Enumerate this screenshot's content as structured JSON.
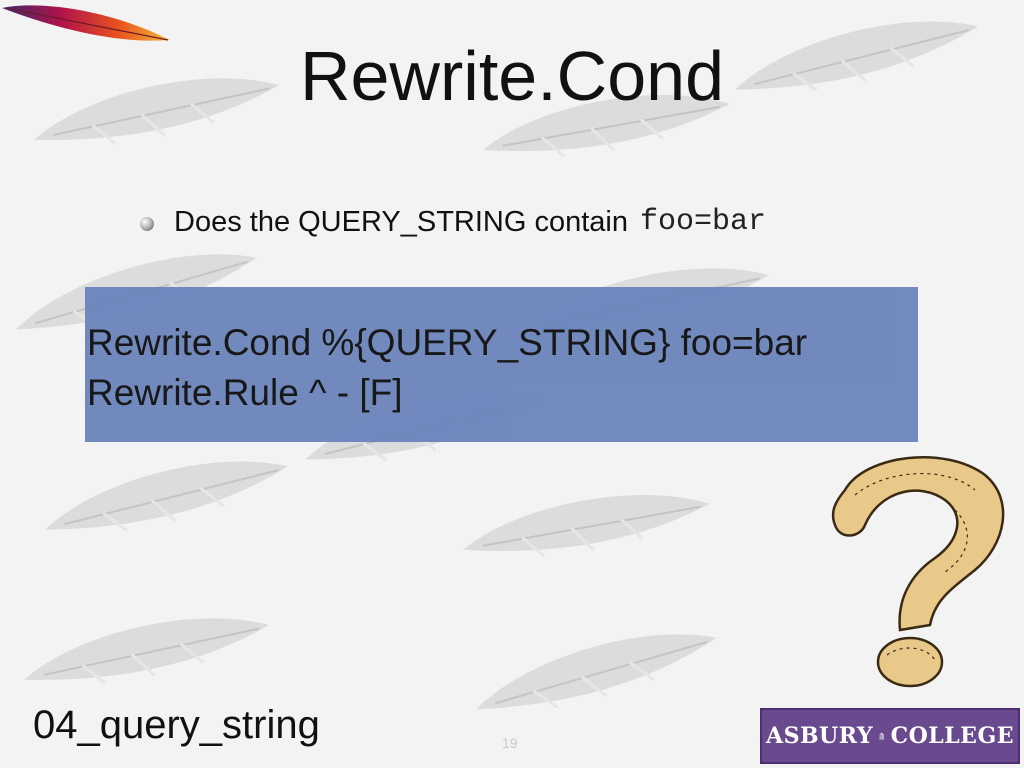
{
  "slide": {
    "title": "Rewrite.Cond",
    "bullets": [
      {
        "text": "Does the QUERY_STRING contain",
        "code": "foo=bar"
      }
    ],
    "code_box": {
      "lines": [
        "Rewrite.Cond %{QUERY_STRING} foo=bar",
        "Rewrite.Rule ^ - [F]"
      ]
    },
    "footer_label": "04_query_string",
    "page_number": "19",
    "logo": {
      "left_word": "ASBURY",
      "right_word": "COLLEGE"
    }
  },
  "icons": [
    "apache-feather-icon",
    "question-mark-icon",
    "bullet-icon",
    "building-pillars-icon"
  ],
  "colors": {
    "background": "#f3f3f3",
    "code_box": "#6d86bc",
    "logo_background": "#6a4a8e",
    "text": "#111111"
  }
}
